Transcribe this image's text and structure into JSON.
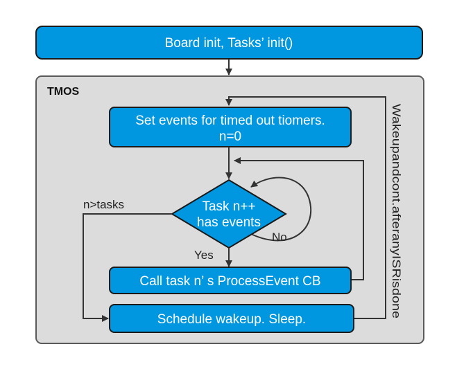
{
  "diagram": {
    "container_label": "TMOS",
    "nodes": {
      "board_init": "Board init, Tasks’ init()",
      "set_events_line1": "Set events for timed out tiomers.",
      "set_events_line2": "n=0",
      "decision_line1": "Task n++",
      "decision_line2": "has events",
      "call_task": "Call task n’ s ProcessEvent CB",
      "schedule": "Schedule wakeup. Sleep."
    },
    "edge_labels": {
      "exit_label": "n>tasks",
      "no_label": "No",
      "yes_label": "Yes",
      "wakeup_label": "Wakeupandcont.afteranyISRisdone"
    },
    "colors": {
      "box_fill": "#0096e0",
      "box_stroke": "#1a1a1a",
      "container_fill": "#dcdcdc",
      "container_stroke": "#5a5a5a",
      "line": "#333333"
    }
  }
}
